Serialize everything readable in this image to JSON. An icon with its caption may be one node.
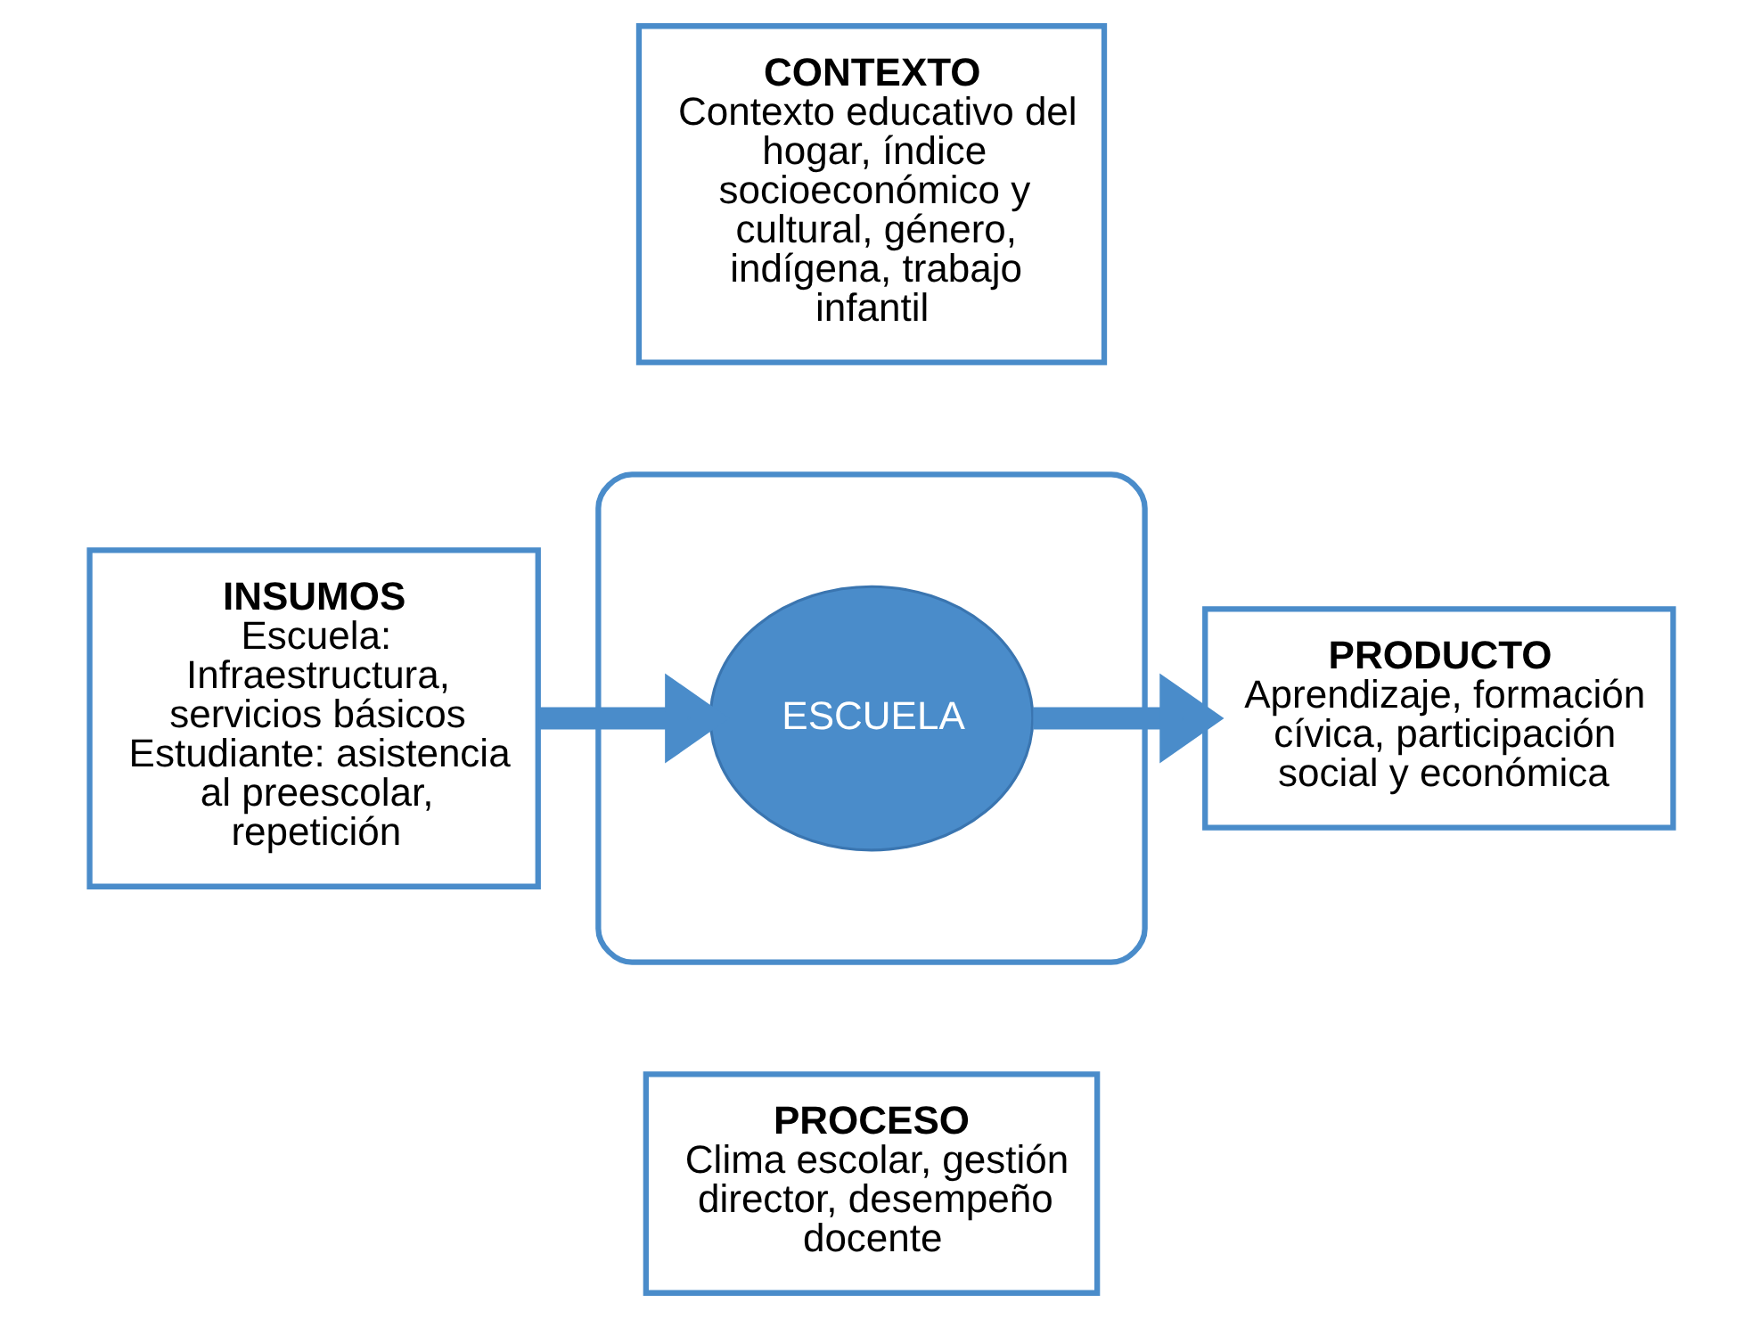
{
  "diagram": {
    "nodes": [
      {
        "text": [
          "CONTEXTO",
          "Contexto educativo del hogar, índice socioeconómico y cultural, género, indígena, trabajo infantil"
        ]
      },
      {
        "text": [
          "INSUMOS",
          "Escuela: Infraestructura, servicios básicos",
          "Estudiante: asistencia al preescolar, repetición"
        ]
      },
      {
        "text": [],
        "shape": "ellipse"
      },
      {
        "text": [
          "ESCUELA"
        ],
        "in": 2
      },
      {
        "text": [
          "PRODUCTO",
          "Aprendizaje, formación cívica, participación social y económica"
        ]
      },
      {
        "text": [
          "PROCESO",
          "Clima escolar, gestión director, desempeño docente"
        ]
      }
    ],
    "edges": [
      {
        "from": 1,
        "to": 3,
        "arrow": "to"
      },
      {
        "from": 3,
        "to": 4,
        "arrow": "to"
      }
    ]
  }
}
